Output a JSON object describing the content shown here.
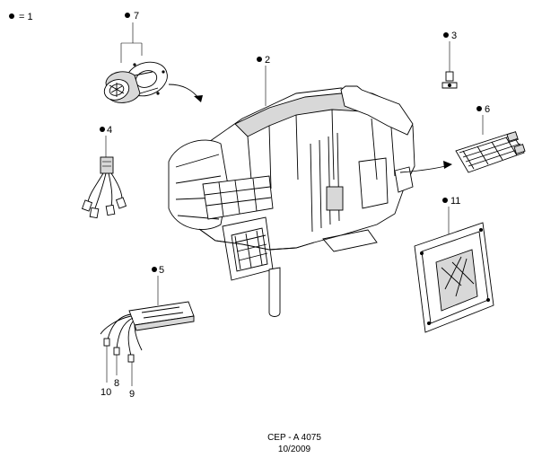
{
  "legend": {
    "marker": "●",
    "text": "= 1"
  },
  "callouts": {
    "c2": "2",
    "c3": "3",
    "c4": "4",
    "c5": "5",
    "c6": "6",
    "c7": "7",
    "c8": "8",
    "c9": "9",
    "c10": "10",
    "c11": "11"
  },
  "footer": {
    "line1": "CEP - A 4075",
    "line2": "10/2009"
  },
  "colors": {
    "ink": "#000000",
    "paper": "#ffffff",
    "shade": "#d8d8d8"
  }
}
